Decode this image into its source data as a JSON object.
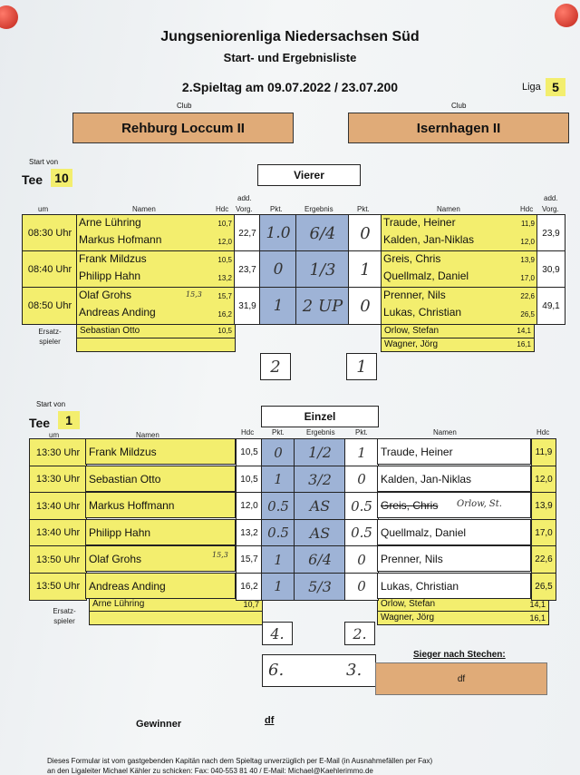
{
  "header": {
    "title": "Jungseniorenliga Niedersachsen Süd",
    "subtitle": "Start- und Ergebnisliste",
    "matchday": "2.Spieltag am 09.07.2022 / 23.07.200",
    "liga_label": "Liga",
    "liga_value": "5",
    "club_label": "Club",
    "home_club": "Rehburg Loccum II",
    "away_club": "Isernhagen II"
  },
  "vierer": {
    "start_von": "Start von",
    "tee_label": "Tee",
    "tee_value": "10",
    "section_title": "Vierer",
    "col_um": "um",
    "col_namen": "Namen",
    "col_hdc": "Hdc",
    "col_add": "add.",
    "col_vorg": "Vorg.",
    "col_pkt": "Pkt.",
    "col_ergebnis": "Ergebnis",
    "rows": [
      {
        "time": "08:30 Uhr",
        "home1": "Arne Lühring",
        "hdc1": "10,7",
        "home2": "Markus Hofmann",
        "hdc2": "12,0",
        "vorg": "22,7",
        "pkt_home": "1.0",
        "ergebnis": "6/4",
        "pkt_away": "0",
        "away1": "Traude, Heiner",
        "ahdc1": "11,9",
        "away2": "Kalden, Jan-Niklas",
        "ahdc2": "12,0",
        "avorg": "23,9"
      },
      {
        "time": "08:40 Uhr",
        "home1": "Frank Mildzus",
        "hdc1": "10,5",
        "home2": "Philipp Hahn",
        "hdc2": "13,2",
        "vorg": "23,7",
        "pkt_home": "0",
        "ergebnis": "1/3",
        "pkt_away": "1",
        "away1": "Greis, Chris",
        "ahdc1": "13,9",
        "away2": "Quellmalz, Daniel",
        "ahdc2": "17,0",
        "avorg": "30,9"
      },
      {
        "time": "08:50 Uhr",
        "home1": "Olaf Grohs",
        "hdc1": "15,7",
        "hdc1_note": "15,3",
        "home2": "Andreas Anding",
        "hdc2": "16,2",
        "vorg": "31,9",
        "pkt_home": "1",
        "ergebnis": "2 UP",
        "pkt_away": "0",
        "away1": "Prenner, Nils",
        "ahdc1": "22,6",
        "away2": "Lukas, Christian",
        "ahdc2": "26,5",
        "avorg": "49,1"
      }
    ],
    "ersatz_label1": "Ersatz-",
    "ersatz_label2": "spieler",
    "ersatz_home": "Sebastian Otto",
    "ersatz_home_hdc": "10,5",
    "ersatz_away": [
      {
        "name": "Orlow, Stefan",
        "hdc": "14,1"
      },
      {
        "name": "Wagner, Jörg",
        "hdc": "16,1"
      }
    ],
    "total_home": "2",
    "total_away": "1"
  },
  "einzel": {
    "start_von": "Start von",
    "tee_label": "Tee",
    "tee_value": "1",
    "section_title": "Einzel",
    "col_um": "um",
    "col_namen": "Namen",
    "col_hdc": "Hdc",
    "col_pkt": "Pkt.",
    "col_ergebnis": "Ergebnis",
    "rows": [
      {
        "time": "13:30 Uhr",
        "home": "Frank Mildzus",
        "hdc": "10,5",
        "pkt_home": "0",
        "ergebnis": "1/2",
        "pkt_away": "1",
        "away": "Traude, Heiner",
        "ahdc": "11,9"
      },
      {
        "time": "13:30 Uhr",
        "home": "Sebastian Otto",
        "hdc": "10,5",
        "pkt_home": "1",
        "ergebnis": "3/2",
        "pkt_away": "0",
        "away": "Kalden, Jan-Niklas",
        "ahdc": "12,0"
      },
      {
        "time": "13:40 Uhr",
        "home": "Markus Hoffmann",
        "hdc": "12,0",
        "pkt_home": "0.5",
        "ergebnis": "AS",
        "pkt_away": "0.5",
        "away": "Greis, Chris",
        "ahdc": "13,9",
        "away_note": "Orlow, St."
      },
      {
        "time": "13:40 Uhr",
        "home": "Philipp Hahn",
        "hdc": "13,2",
        "pkt_home": "0.5",
        "ergebnis": "AS",
        "pkt_away": "0.5",
        "away": "Quellmalz, Daniel",
        "ahdc": "17,0"
      },
      {
        "time": "13:50 Uhr",
        "home": "Olaf Grohs",
        "hdc": "15,7",
        "hdc_note": "15,3",
        "pkt_home": "1",
        "ergebnis": "6/4",
        "pkt_away": "0",
        "away": "Prenner, Nils",
        "ahdc": "22,6"
      },
      {
        "time": "13:50 Uhr",
        "home": "Andreas Anding",
        "hdc": "16,2",
        "pkt_home": "1",
        "ergebnis": "5/3",
        "pkt_away": "0",
        "away": "Lukas, Christian",
        "ahdc": "26,5"
      }
    ],
    "ersatz_label1": "Ersatz-",
    "ersatz_label2": "spieler",
    "ersatz_home": "Arne Lühring",
    "ersatz_home_hdc": "10,7",
    "ersatz_away": [
      {
        "name": "Orlow, Stefan",
        "hdc": "14,1"
      },
      {
        "name": "Wagner, Jörg",
        "hdc": "16,1"
      }
    ],
    "total_home": "4.",
    "total_away": "2.",
    "grand_home": "6.",
    "grand_away": "3.",
    "sieger_label": "Sieger nach Stechen:",
    "sieger_value": "df"
  },
  "footer": {
    "gewinner_label": "Gewinner",
    "gewinner_value": "df",
    "note1": "Dieses Formular ist vom gastgebenden Kapitän nach dem Spieltag unverzüglich per E-Mail (in Ausnahmefällen per Fax)",
    "note2": "an den Ligaleiter Michael Kähler zu schicken: Fax: 040-553 81 40   /   E-Mail: Michael@Kaehlerimmo.de"
  },
  "colors": {
    "club": "#e0ab78",
    "yellow": "#f3ee6e",
    "blue": "#9eb3d6",
    "pin": "#d6372a"
  }
}
